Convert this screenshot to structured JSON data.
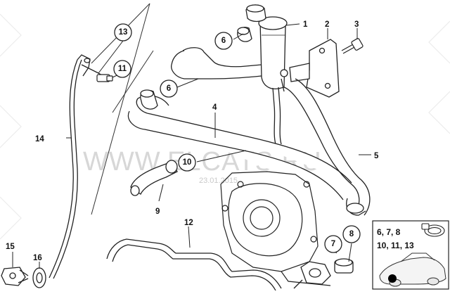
{
  "diagram": {
    "watermark": "WWW.ELCATS.RU",
    "watermark_date": "23.01.2015",
    "parts_plain": [
      {
        "id": "p1",
        "label": "1"
      },
      {
        "id": "p2",
        "label": "2"
      },
      {
        "id": "p3",
        "label": "3"
      },
      {
        "id": "p4",
        "label": "4"
      },
      {
        "id": "p5",
        "label": "5"
      },
      {
        "id": "p9",
        "label": "9"
      },
      {
        "id": "p12",
        "label": "12"
      },
      {
        "id": "p14",
        "label": "14"
      },
      {
        "id": "p15",
        "label": "15"
      },
      {
        "id": "p16",
        "label": "16"
      }
    ],
    "parts_circled": [
      {
        "id": "c13",
        "label": "13"
      },
      {
        "id": "c6a",
        "label": "6"
      },
      {
        "id": "c11",
        "label": "11"
      },
      {
        "id": "c6b",
        "label": "6"
      },
      {
        "id": "c10",
        "label": "10"
      },
      {
        "id": "c7",
        "label": "7"
      },
      {
        "id": "c8",
        "label": "8"
      }
    ],
    "legend": {
      "line1": "6, 7, 8",
      "line2": "10, 11, 13"
    }
  }
}
